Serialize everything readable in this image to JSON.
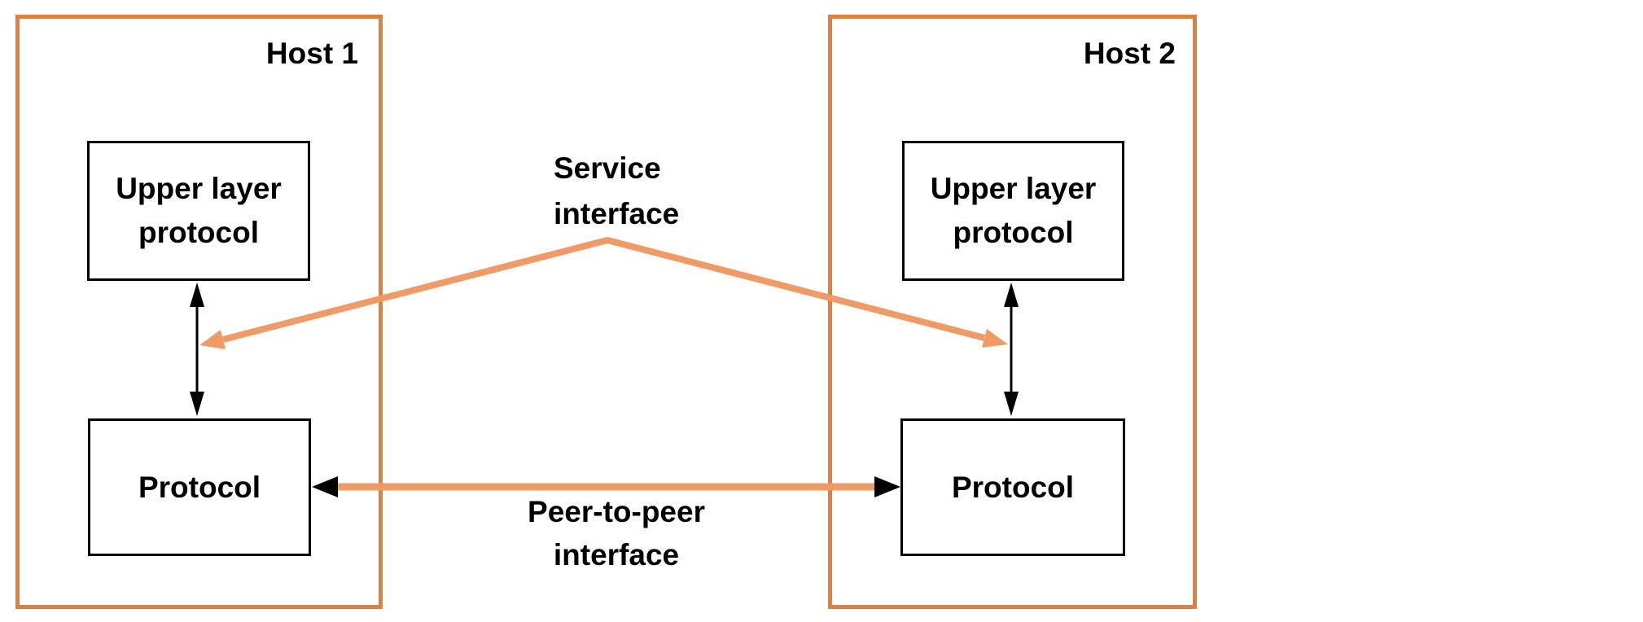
{
  "hosts": [
    {
      "title": "Host 1",
      "upper_box_lines": [
        "Upper layer",
        "protocol"
      ],
      "protocol_box_label": "Protocol"
    },
    {
      "title": "Host 2",
      "upper_box_lines": [
        "Upper layer",
        "protocol"
      ],
      "protocol_box_label": "Protocol"
    }
  ],
  "labels": {
    "service_interface_line1": "Service",
    "service_interface_line2": "interface",
    "peer_interface_line1": "Peer-to-peer",
    "peer_interface_line2": "interface"
  },
  "colors": {
    "host_border": "#DF813B",
    "arrow": "#F09B66",
    "text": "#000000",
    "background": "#FFFFFF"
  }
}
